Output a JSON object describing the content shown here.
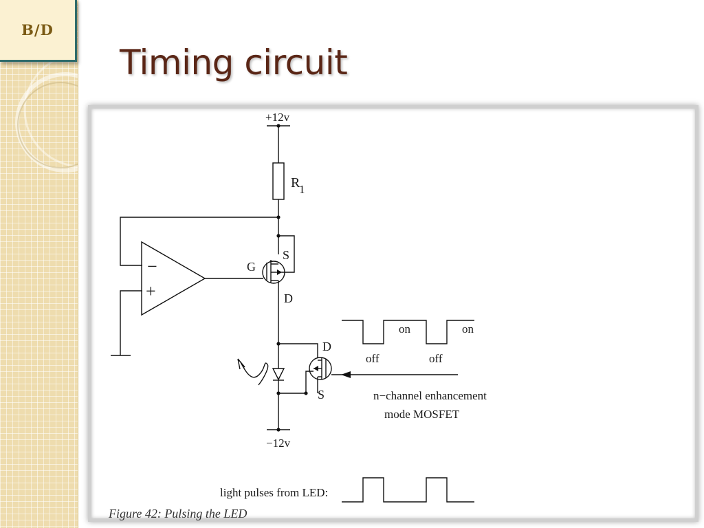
{
  "logo": {
    "text": "B/D"
  },
  "slide": {
    "title": "Timing circuit"
  },
  "diagram": {
    "supply_top": "+12v",
    "supply_bottom": "−12v",
    "resistor_label": "R",
    "resistor_sub": "1",
    "mosfet1": {
      "gate": "G",
      "source": "S",
      "drain": "D"
    },
    "mosfet2": {
      "drain": "D",
      "source": "S"
    },
    "wave_on_1": "on",
    "wave_on_2": "on",
    "wave_off_1": "off",
    "wave_off_2": "off",
    "mosfet_type_line1": "n−channel enhancement",
    "mosfet_type_line2": "mode MOSFET",
    "opamp_minus": "−",
    "opamp_plus": "+",
    "light_label": "light pulses from LED:"
  },
  "caption": "Figure 42: Pulsing the LED"
}
